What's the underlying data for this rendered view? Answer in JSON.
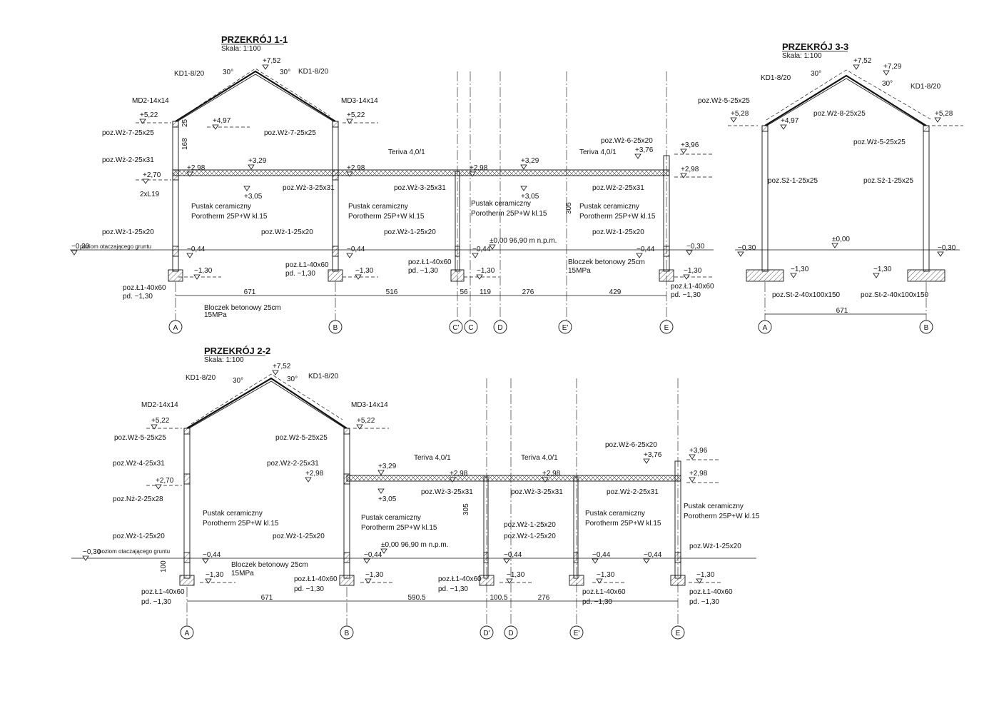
{
  "sections": {
    "s11": {
      "title": "PRZEKRÓJ 1-1",
      "scale": "Skala: 1:100",
      "labels": [
        "KD1-8/20",
        "30°",
        "+7,52",
        "30°",
        "KD1-8/20",
        "MD2-14x14",
        "MD3-14x14",
        "+5,22",
        "+5,22",
        "+4,97",
        "25",
        "poz.Wż-7-25x25",
        "poz.Wż-7-25x25",
        "168",
        "Teriva 4,0/1",
        "Teriva 4,0/1",
        "Teriva 4,0/1",
        "+3,96",
        "poz.Wż-6-25x20",
        "+3,76",
        "poz.Wż-2-25x31",
        "+2,98",
        "+3,29",
        "+2,98",
        "+2,98",
        "+3,29",
        "+2,98",
        "+2,70",
        "+3,05",
        "poz.Wż-3-25x31",
        "poz.Wż-3-25x31",
        "+3,05",
        "poz.Wż-2-25x31",
        "2xL19",
        "Pustak ceramiczny",
        "Porotherm 25P+W kl.15",
        "Pustak ceramiczny",
        "Porotherm 25P+W kl.15",
        "Pustak ceramiczny",
        "Porotherm 25P+W kl.15",
        "Pustak ceramiczny",
        "Porotherm 25P+W kl.15",
        "305",
        "poz.Wż-1-25x20",
        "poz.Wż-1-25x20",
        "poz.Wż-1-25x20",
        "poz.Wż-1-25x20",
        "±0,00  96,90 m n.p.m.",
        "−0,30",
        "poz.Wż-1-25x20",
        "−0,44",
        "−0,44",
        "−0,44",
        "−0,44",
        "−0,30",
        "poz.Ł1-40x60",
        "pd. −1,30",
        "poz.Ł1-40x60",
        "pd. −1,30",
        "Bloczek betonowy 25cm",
        "15MPa",
        "−1,30",
        "−1,30",
        "−1,30",
        "−1,30",
        "poz.Ł1-40x60",
        "pd. −1,30",
        "poz.Ł1-40x60",
        "pd. −1,30",
        "671",
        "516",
        "56",
        "119",
        "276",
        "429",
        "Bloczek betonowy 25cm",
        "15MPa",
        "A",
        "B",
        "C'",
        "C",
        "D",
        "E'",
        "E"
      ],
      "ground_label": "poziom otaczającego gruntu"
    },
    "s33": {
      "title": "PRZEKRÓJ 3-3",
      "scale": "Skala: 1:100",
      "labels": [
        "+7,52",
        "+7,29",
        "KD1-8/20",
        "30°",
        "30°",
        "KD1-8/20",
        "poz.Wż-5-25x25",
        "+5,28",
        "poz.Wż-8-25x25",
        "+5,28",
        "+4,97",
        "poz.Wż-5-25x25",
        "poz.Sż-1-25x25",
        "poz.Sż-1-25x25",
        "±0,00",
        "−0,30",
        "−0,30",
        "−1,30",
        "−1,30",
        "poz.St-2-40x100x150",
        "poz.St-2-40x100x150",
        "671",
        "A",
        "B"
      ]
    },
    "s22": {
      "title": "PRZEKRÓJ 2-2",
      "scale": "Skala: 1:100",
      "labels": [
        "KD1-8/20",
        "30°",
        "+7,52",
        "30°",
        "KD1-8/20",
        "MD2-14x14",
        "MD3-14x14",
        "+5,22",
        "+5,22",
        "poz.Wż-5-25x25",
        "poz.Wż-5-25x25",
        "Teriva 4,0/1",
        "Teriva 4,0/1",
        "poz.Wż-6-25x20",
        "+3,96",
        "+3,76",
        "poz.Wż-4-25x31",
        "poz.Wż-2-25x31",
        "+3,29",
        "+2,98",
        "+2,98",
        "+2,98",
        "+2,98",
        "+2,70",
        "+3,05",
        "poz.Wż-3-25x31",
        "poz.Wż-3-25x31",
        "poz.Wż-2-25x31",
        "poz.Nż-2-25x28",
        "Pustak ceramiczny",
        "Porotherm 25P+W kl.15",
        "Pustak ceramiczny",
        "Porotherm 25P+W kl.15",
        "Pustak ceramiczny",
        "Porotherm 25P+W kl.15",
        "Pustak ceramiczny",
        "Porotherm 25P+W kl.15",
        "305",
        "poz.Wż-1-25x20",
        "poz.Wż-1-25x20",
        "poz.Wż-1-25x20",
        "poz.Wż-1-25x20",
        "poz.Wż-1-25x20",
        "±0,00  96,90 m n.p.m.",
        "−0,30",
        "−0,44",
        "−0,44",
        "−0,44",
        "−0,44",
        "−0,44",
        "Bloczek betonowy 25cm",
        "15MPa",
        "100",
        "−1,30",
        "−1,30",
        "−1,30",
        "−1,30",
        "−1,30",
        "poz.Ł1-40x60",
        "pd. −1,30",
        "poz.Ł1-40x60",
        "pd. −1,30",
        "poz.Ł1-40x60",
        "pd. −1,30",
        "poz.Ł1-40x60",
        "pd. −1,30",
        "poz.Ł1-40x60",
        "pd. −1,30",
        "671",
        "590.5",
        "100.5",
        "276",
        "A",
        "B",
        "D'",
        "D",
        "E'",
        "E"
      ],
      "ground_label": "poziom otaczającego gruntu"
    }
  }
}
